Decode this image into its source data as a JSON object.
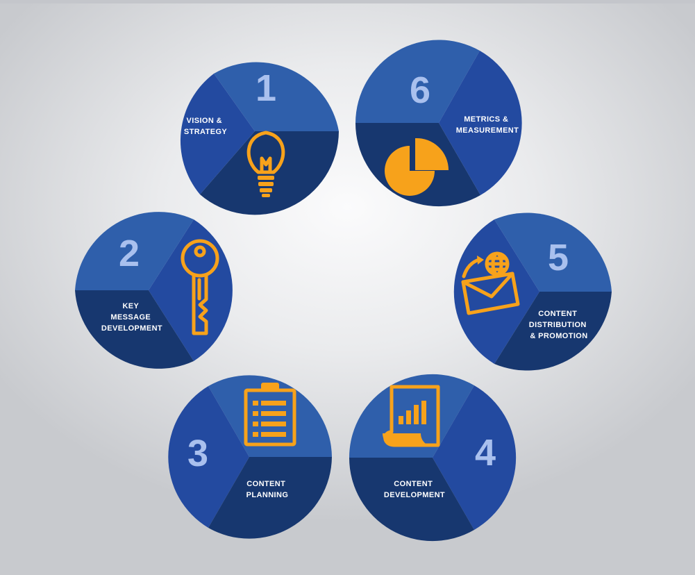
{
  "colors": {
    "segment_light": "#2f5fab",
    "segment_mid": "#234aa0",
    "segment_dark": "#17376f",
    "number": "#a9c0ee",
    "icon": "#f7a21b",
    "label": "#ffffff"
  },
  "steps": [
    {
      "number": "1",
      "label_lines": [
        "VISION &",
        "STRATEGY"
      ],
      "icon": "lightbulb-icon"
    },
    {
      "number": "2",
      "label_lines": [
        "KEY",
        "MESSAGE",
        "DEVELOPMENT"
      ],
      "icon": "key-icon"
    },
    {
      "number": "3",
      "label_lines": [
        "CONTENT",
        "PLANNING"
      ],
      "icon": "clipboard-icon"
    },
    {
      "number": "4",
      "label_lines": [
        "CONTENT",
        "DEVELOPMENT"
      ],
      "icon": "report-icon"
    },
    {
      "number": "5",
      "label_lines": [
        "CONTENT",
        "DISTRIBUTION",
        "& PROMOTION"
      ],
      "icon": "envelope-globe-icon"
    },
    {
      "number": "6",
      "label_lines": [
        "METRICS &",
        "MEASUREMENT"
      ],
      "icon": "pie-chart-icon"
    }
  ]
}
